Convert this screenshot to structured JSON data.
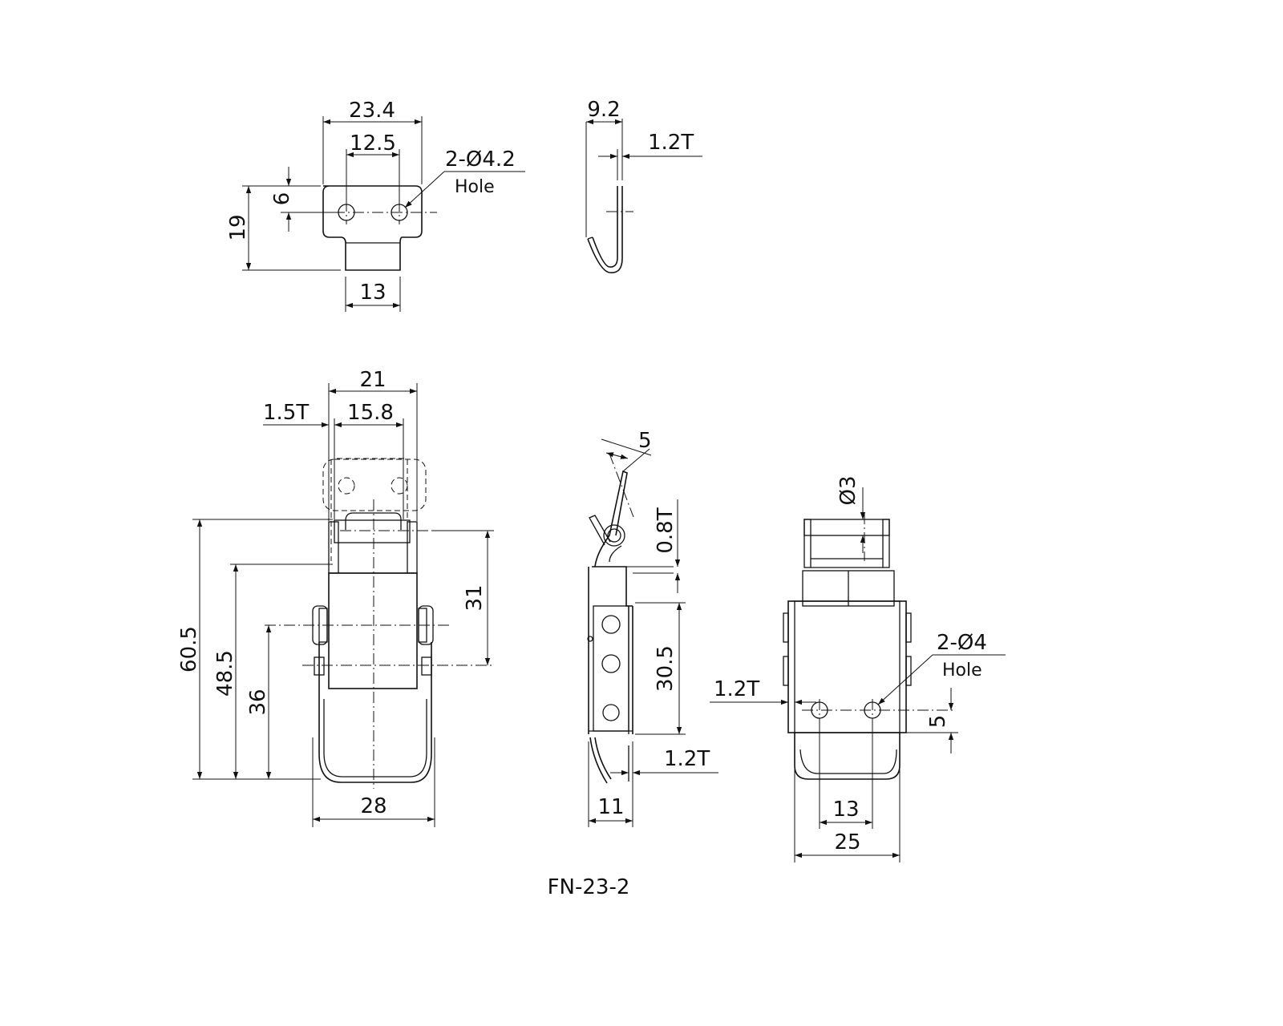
{
  "drawing": {
    "model": "FN-23-2",
    "keeper_top": {
      "width_overall": "23.4",
      "hole_spacing": "12.5",
      "hole_callout": "2-Ø4.2",
      "hole_word": "Hole",
      "hole_edge_distance": "6",
      "height_overall": "19",
      "tongue_width": "13"
    },
    "keeper_side": {
      "depth": "9.2",
      "thickness": "1.2T"
    },
    "latch_front": {
      "keeper_width": "21",
      "keeper_inner_width": "15.8",
      "keeper_thickness": "1.5T",
      "overall_length": "60.5",
      "hinge_to_end": "48.5",
      "pivot_to_end": "36",
      "hinge_to_pivot": "31",
      "base_width": "28"
    },
    "latch_side": {
      "hook_offset": "5",
      "wire_thickness": "0.8T",
      "base_length": "30.5",
      "base_thickness": "1.2T",
      "depth": "11"
    },
    "latch_back": {
      "pin_diameter": "Ø3",
      "hole_callout": "2-Ø4",
      "hole_word": "Hole",
      "plate_thickness": "1.2T",
      "hole_edge_distance": "5",
      "hole_spacing": "13",
      "base_width": "25"
    }
  }
}
